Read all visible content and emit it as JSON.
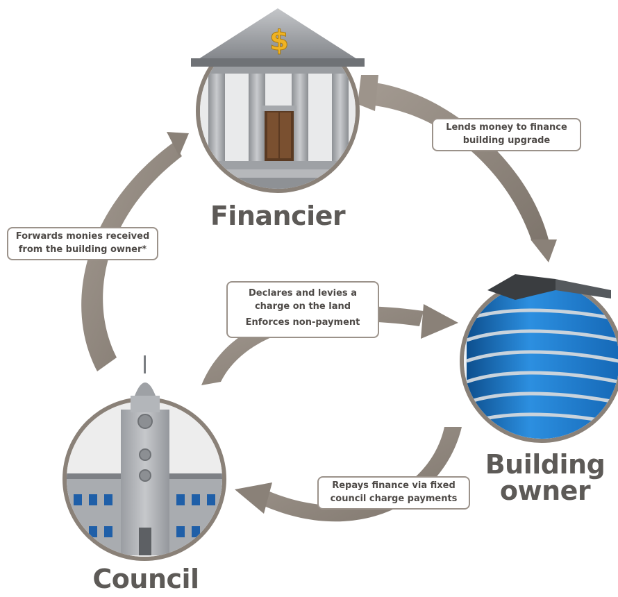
{
  "nodes": {
    "financier": {
      "label": "Financier",
      "icon": "bank-icon"
    },
    "building_owner": {
      "label_line1": "Building",
      "label_line2": "owner",
      "icon": "office-building-icon"
    },
    "council": {
      "label": "Council",
      "icon": "council-building-icon"
    }
  },
  "callouts": {
    "lends": {
      "line1": "Lends money to finance",
      "line2": "building upgrade"
    },
    "forwards": {
      "line1": "Forwards monies received",
      "line2": "from the building owner*"
    },
    "declares": {
      "line1": "Declares and levies a",
      "line2": "charge on the land",
      "line3": "Enforces non-payment"
    },
    "repays": {
      "line1": "Repays finance via fixed",
      "line2": "council charge payments"
    }
  },
  "symbols": {
    "currency": "$"
  },
  "colors": {
    "arrow": "#8f867d",
    "ring": "#8a8178",
    "text": "#5d5a57",
    "gold": "#f0b323",
    "blue": "#1f7fd0"
  }
}
